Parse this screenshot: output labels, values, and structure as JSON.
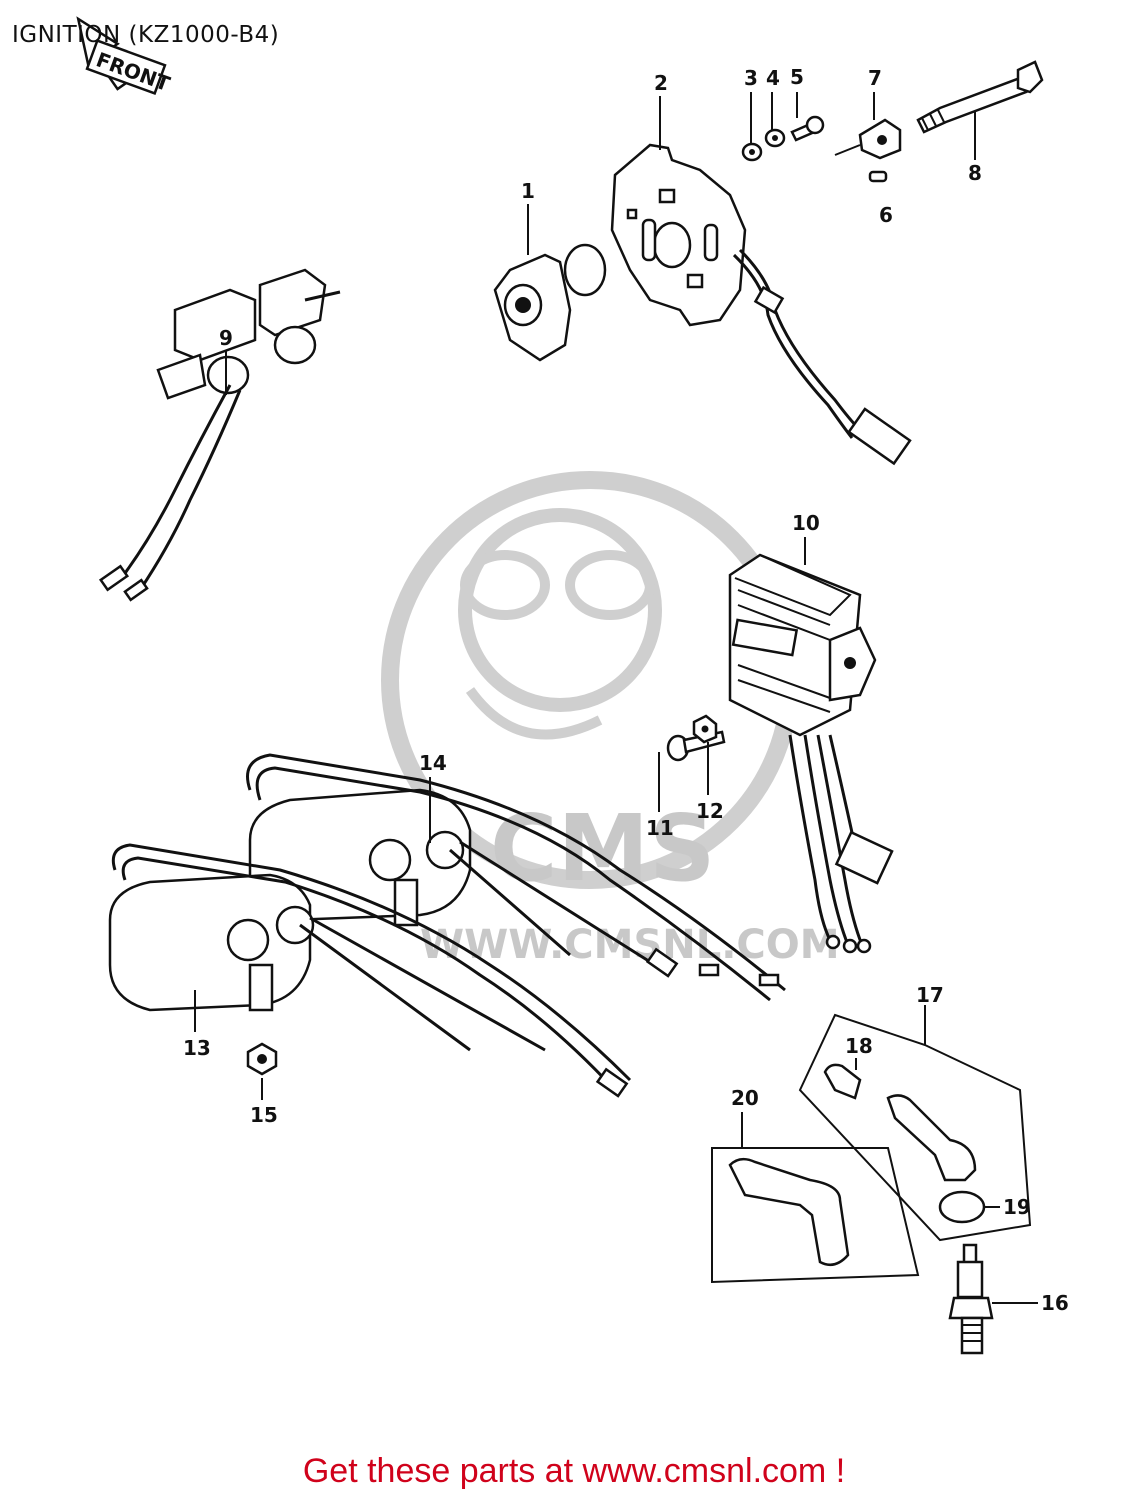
{
  "title": "IGNITION (KZ1000-B4)",
  "direction_label": "FRONT",
  "watermark": {
    "brand": "CMS",
    "url": "WWW.CMSNL.COM"
  },
  "callouts": [
    "1",
    "2",
    "3",
    "4",
    "5",
    "6",
    "7",
    "8",
    "9",
    "10",
    "11",
    "12",
    "13",
    "14",
    "15",
    "16",
    "17",
    "18",
    "19",
    "20"
  ],
  "footer": "Get these parts at www.cmsnl.com !",
  "colors": {
    "footer_text": "#d0021b",
    "line_art": "#111111",
    "watermark": "#cfcfcf"
  }
}
